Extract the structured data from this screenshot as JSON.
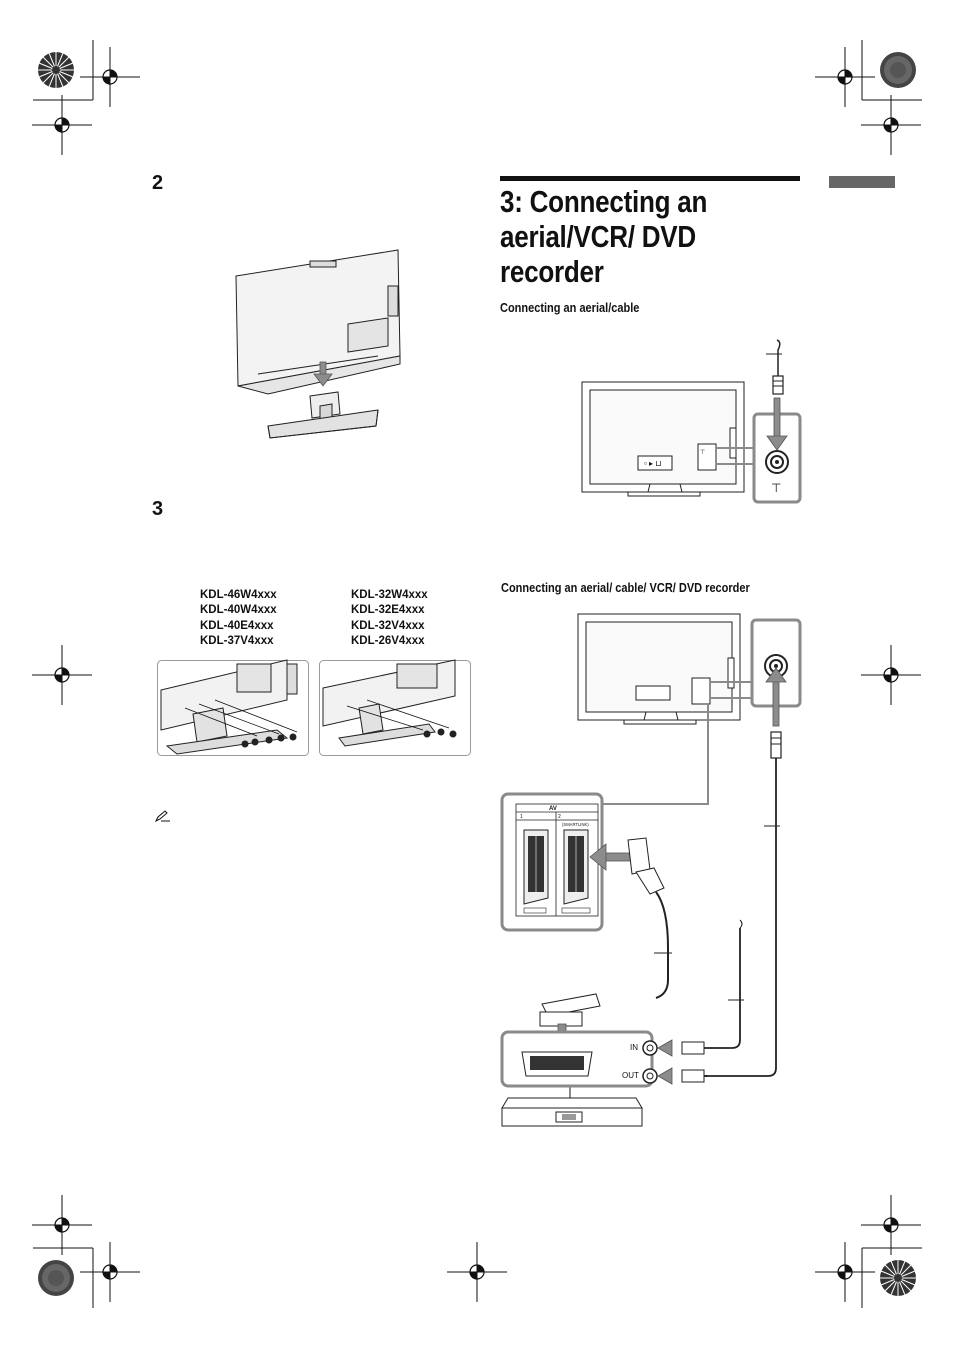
{
  "steps": {
    "step2": "2",
    "step3": "3"
  },
  "section": {
    "title_line1": "3: Connecting an",
    "title_line2": "aerial/VCR/ DVD",
    "title_line3": "recorder",
    "sub1": "Connecting an aerial/cable",
    "sub2": "Connecting an aerial/ cable/ VCR/ DVD recorder"
  },
  "models": {
    "left": [
      "KDL-46W4xxx",
      "KDL-40W4xxx",
      "KDL-40E4xxx",
      "KDL-37V4xxx"
    ],
    "right": [
      "KDL-32W4xxx",
      "KDL-32E4xxx",
      "KDL-32V4xxx",
      "KDL-26V4xxx"
    ]
  },
  "diagram_labels": {
    "av": "AV",
    "av1": "1",
    "av2": "2",
    "smartlink": "(SMARTLINK)",
    "in": "IN",
    "out": "OUT"
  },
  "icons": {
    "note": "pencil-note-icon",
    "registration": "registration-mark-icon",
    "arrow": "grey-down-arrow-icon"
  },
  "colors": {
    "frame_grey": "#8a8a8a",
    "arrow_grey": "#8c8c8c",
    "tv_line": "#222222",
    "tab_grey": "#666666"
  }
}
